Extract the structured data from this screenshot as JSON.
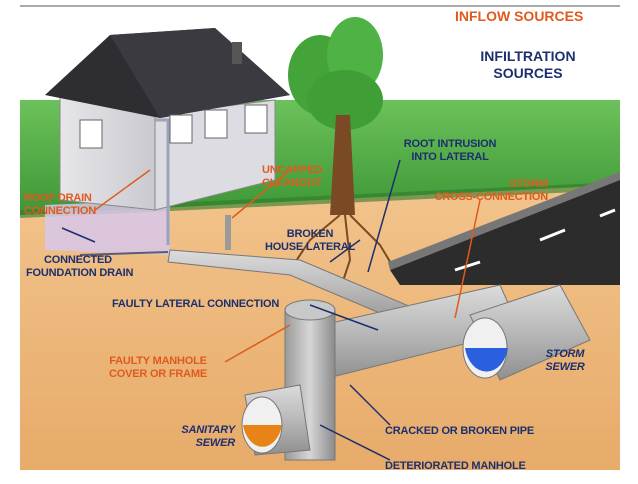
{
  "legend": {
    "inflow": "INFLOW SOURCES",
    "infiltration_line1": "INFILTRATION",
    "infiltration_line2": "SOURCES"
  },
  "labels": {
    "roof_drain_1": "ROOF DRAIN",
    "roof_drain_2": "CONNECTION",
    "uncapped_1": "UNCAPPED",
    "uncapped_2": "CLEANOUT",
    "root_1": "ROOT INTRUSION",
    "root_2": "INTO LATERAL",
    "storm_cross_1": "STORM",
    "storm_cross_2": "CROSS-CONNECTION",
    "broken_1": "BROKEN",
    "broken_2": "HOUSE LATERAL",
    "foundation_1": "CONNECTED",
    "foundation_2": "FOUNDATION DRAIN",
    "faulty_lateral": "FAULTY LATERAL CONNECTION",
    "manhole_cover_1": "FAULTY MANHOLE",
    "manhole_cover_2": "COVER OR FRAME",
    "storm_sewer_1": "STORM",
    "storm_sewer_2": "SEWER",
    "sanitary_1": "SANITARY",
    "sanitary_2": "SEWER",
    "cracked_pipe": "CRACKED OR BROKEN PIPE",
    "deteriorated": "DETERIORATED MANHOLE"
  },
  "colors": {
    "inflow": "#e05a1e",
    "infiltration": "#1c2f6e",
    "grass": "#3f9b3a",
    "soil": "#e8b47a",
    "sky": "#ffffff"
  }
}
